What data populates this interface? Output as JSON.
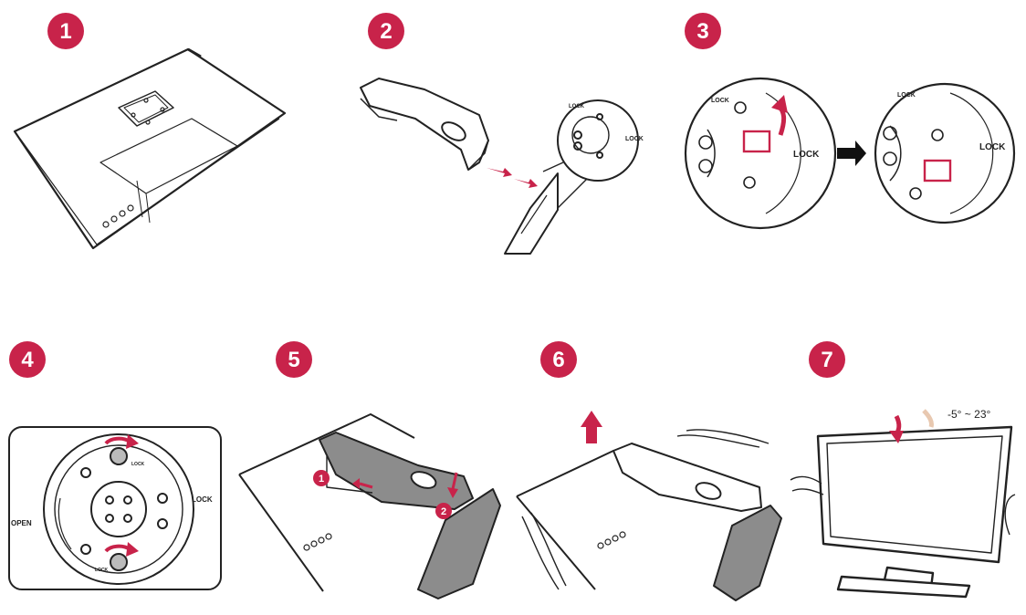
{
  "steps": [
    {
      "number": "1"
    },
    {
      "number": "2"
    },
    {
      "number": "3"
    },
    {
      "number": "4"
    },
    {
      "number": "5"
    },
    {
      "number": "6"
    },
    {
      "number": "7"
    }
  ],
  "labels": {
    "lock": "LOCK",
    "open": "OPEN",
    "tilt_range": "-5° ~ 23°",
    "sub_step_1": "1",
    "sub_step_2": "2"
  },
  "colors": {
    "accent": "#c8234a",
    "line": "#222222",
    "fill_grey": "#8c8c8c"
  }
}
